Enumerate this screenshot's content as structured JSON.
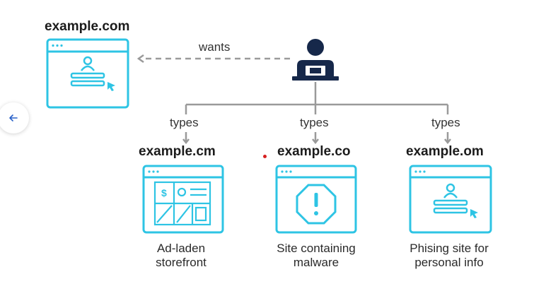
{
  "colors": {
    "accent": "#2ec4e4",
    "connector": "#9a9a9a",
    "user": "#16284a",
    "red_dot": "#d62020"
  },
  "target": {
    "domain": "example.com",
    "relation": "wants",
    "icon": "login-page-icon"
  },
  "nav": {
    "back_icon": "arrow-left-icon"
  },
  "user": {
    "icon": "person-at-laptop-icon"
  },
  "branches": [
    {
      "relation": "types",
      "domain": "example.cm",
      "icon": "storefront-page-icon",
      "caption_lines": [
        "Ad-laden",
        "storefront"
      ]
    },
    {
      "relation": "types",
      "domain": "example.co",
      "icon": "malware-warning-icon",
      "caption_lines": [
        "Site containing",
        "malware"
      ]
    },
    {
      "relation": "types",
      "domain": "example.om",
      "icon": "login-page-icon",
      "caption_lines": [
        "Phising site for",
        "personal info"
      ]
    }
  ]
}
